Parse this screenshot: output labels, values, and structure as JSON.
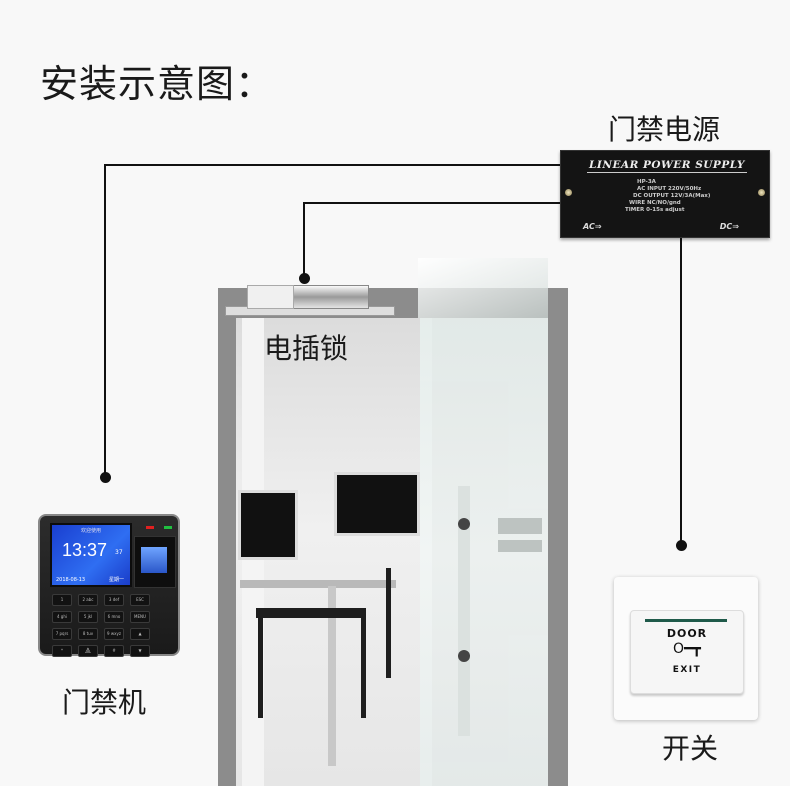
{
  "title": "安装示意图：",
  "labels": {
    "power_supply": "门禁电源",
    "electric_lock": "电插锁",
    "access_controller": "门禁机",
    "exit_switch": "开关"
  },
  "power_supply": {
    "brand_text": "LINEAR POWER SUPPLY",
    "specs": [
      "HP-3A",
      "AC INPUT 220V/50Hz",
      "DC OUTPUT 12V/3A(Max)",
      "WIRE NC/NO/gnd",
      "TIMER 0-15s adjust"
    ],
    "ac_label": "AC⇒",
    "dc_label": "DC⇒"
  },
  "access_controller": {
    "screen_header": "欢迎使用",
    "time": "13:37",
    "seconds": "37",
    "date": "2018-08-13",
    "weekday": "星期一",
    "keys": [
      "1",
      "2 abc",
      "3 def",
      "ESC",
      "4 ghi",
      "5 jkl",
      "6 mno",
      "MENU",
      "7 pqrs",
      "8 tuv",
      "9 wxyz",
      "▲",
      "*",
      "0",
      "#",
      "▼"
    ],
    "led_colors": [
      "#e02020",
      "#20c040"
    ]
  },
  "exit_switch": {
    "top_text": "DOOR",
    "icon": "key-icon",
    "bottom_text": "EXIT"
  },
  "colors": {
    "wire": "#111111",
    "background": "#f8f8f8",
    "door_frame": "#8c8c8c"
  }
}
